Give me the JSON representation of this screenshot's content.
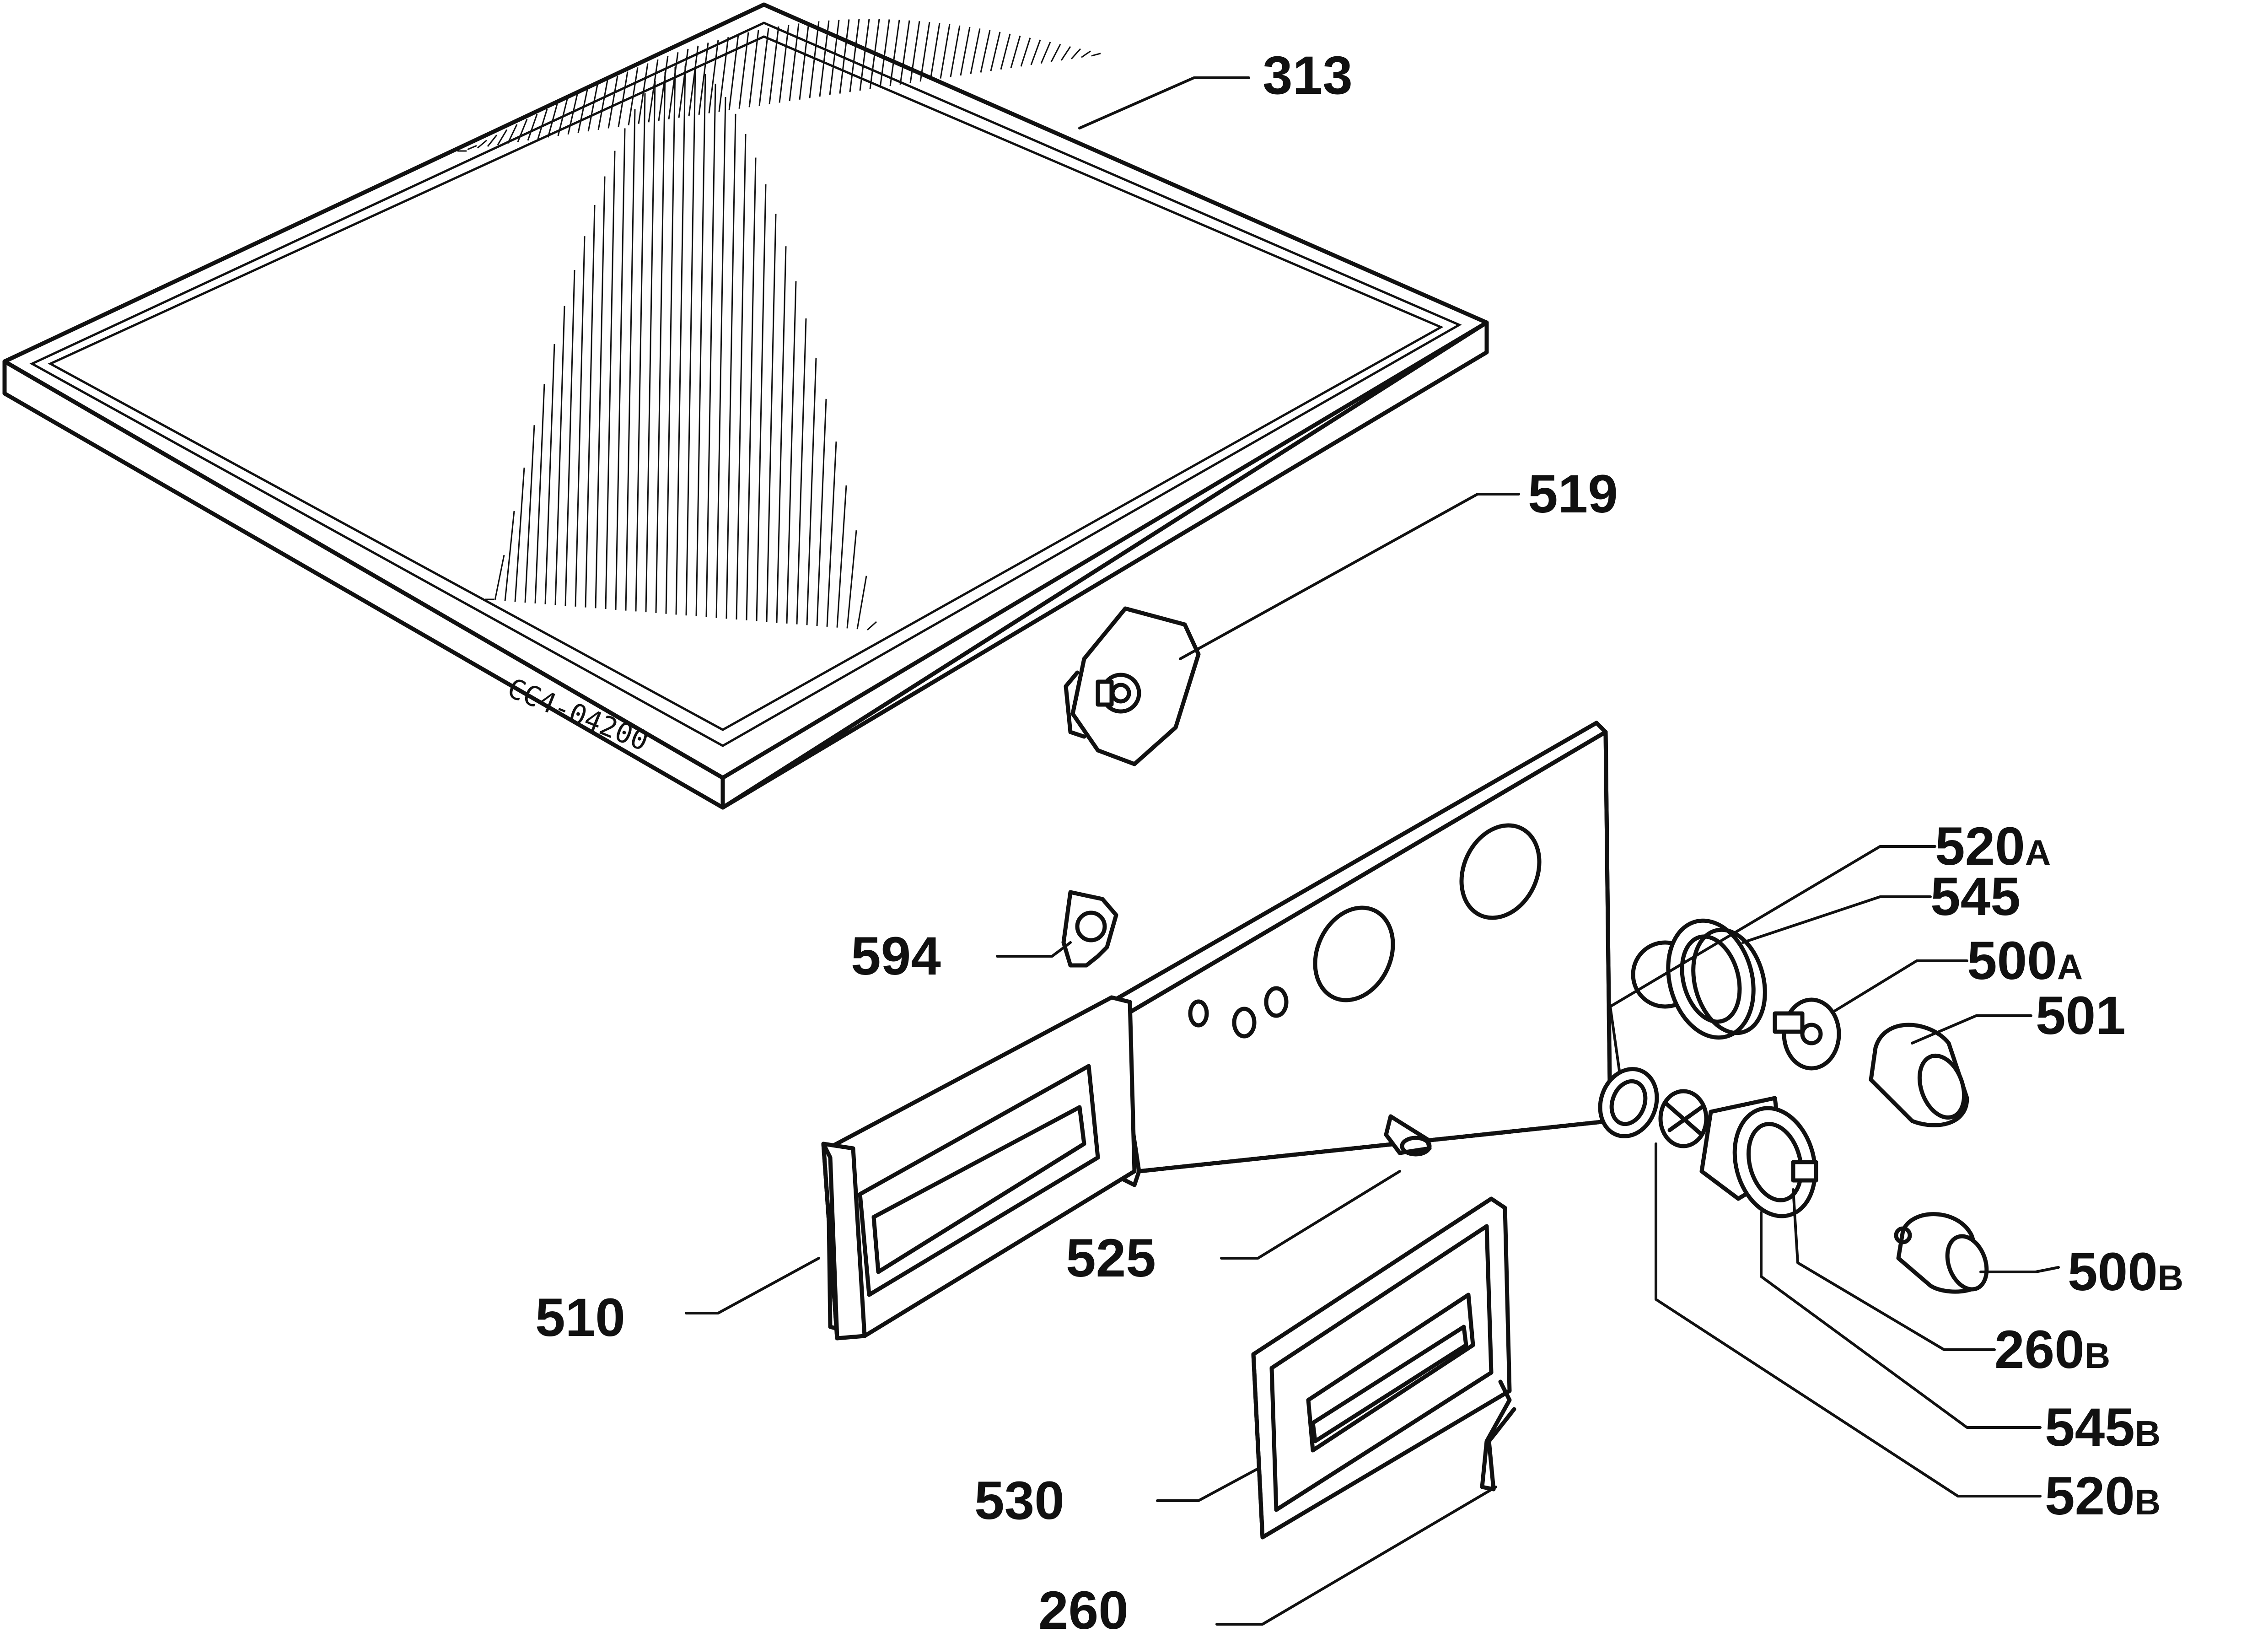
{
  "drawing_ref": "CC4-04200",
  "callouts": {
    "c313": "313",
    "c519": "519",
    "c594": "594",
    "c510": "510",
    "c525": "525",
    "c530": "530",
    "c260": "260",
    "c520a": {
      "num": "520",
      "suffix": "A"
    },
    "c545": "545",
    "c500a": {
      "num": "500",
      "suffix": "A"
    },
    "c501": "501",
    "c500b": {
      "num": "500",
      "suffix": "B"
    },
    "c260b": {
      "num": "260",
      "suffix": "B"
    },
    "c545b": {
      "num": "545",
      "suffix": "B"
    },
    "c520b": {
      "num": "520",
      "suffix": "B"
    }
  },
  "colors": {
    "line": "#111111",
    "paper": "#ffffff"
  }
}
